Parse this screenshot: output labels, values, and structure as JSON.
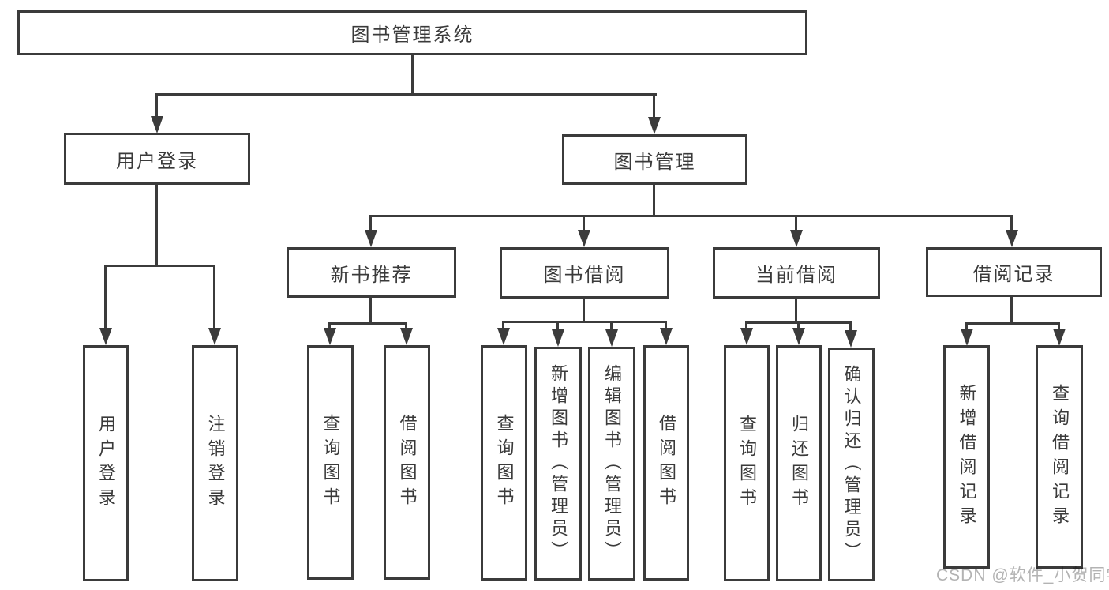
{
  "colors": {
    "stroke": "#3b3b3b",
    "node_text": "#3a3a3a",
    "node_fill": "#ffffff",
    "watermark_text": "#b3b3b3",
    "background": "#ffffff"
  },
  "nodes": {
    "root": {
      "label": "图书管理系统"
    },
    "user_login": {
      "label": "用户登录"
    },
    "book_management": {
      "label": "图书管理"
    },
    "new_book_recommend": {
      "label": "新书推荐"
    },
    "book_borrow": {
      "label": "图书借阅"
    },
    "current_borrow": {
      "label": "当前借阅"
    },
    "borrow_record": {
      "label": "借阅记录"
    },
    "leaf_user_login": {
      "label": "用户登录"
    },
    "leaf_logout": {
      "label": "注销登录"
    },
    "leaf_rec_query_book": {
      "label": "查询图书"
    },
    "leaf_rec_borrow_book": {
      "label": "借阅图书"
    },
    "leaf_bb_query_book": {
      "label": "查询图书"
    },
    "leaf_bb_add_book": {
      "label": "新增图书（管理员）"
    },
    "leaf_bb_edit_book": {
      "label": "编辑图书（管理员）"
    },
    "leaf_bb_borrow_book": {
      "label": "借阅图书"
    },
    "leaf_cb_query_book": {
      "label": "查询图书"
    },
    "leaf_cb_return_book": {
      "label": "归还图书"
    },
    "leaf_cb_confirm_return": {
      "label": "确认归还（管理员）"
    },
    "leaf_br_add_record": {
      "label": "新增借阅记录"
    },
    "leaf_br_query_record": {
      "label": "查询借阅记录"
    }
  },
  "watermark": {
    "label": "CSDN @软件_小贺同学"
  }
}
